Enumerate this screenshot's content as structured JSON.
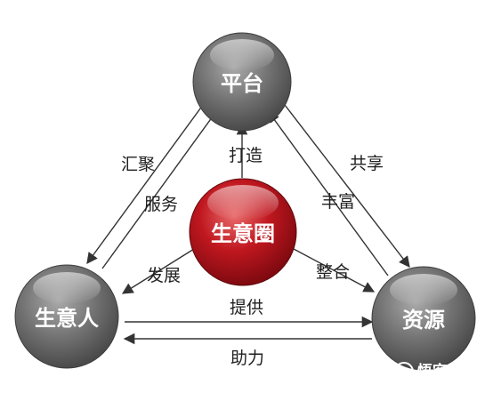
{
  "nodes": {
    "platform": "平台",
    "business_person": "生意人",
    "resources": "资源",
    "business_circle": "生意圈"
  },
  "edges": {
    "gather": "汇聚",
    "serve": "服务",
    "build": "打造",
    "share": "共享",
    "enrich": "丰富",
    "develop": "发展",
    "integrate": "整合",
    "provide": "提供",
    "assist": "助力"
  },
  "watermark": {
    "text": "悟空问答"
  },
  "colors": {
    "gray_node": "#6b6b6b",
    "center_node": "#b5121b",
    "arrow": "#333333",
    "text": "#1f1f1f"
  }
}
